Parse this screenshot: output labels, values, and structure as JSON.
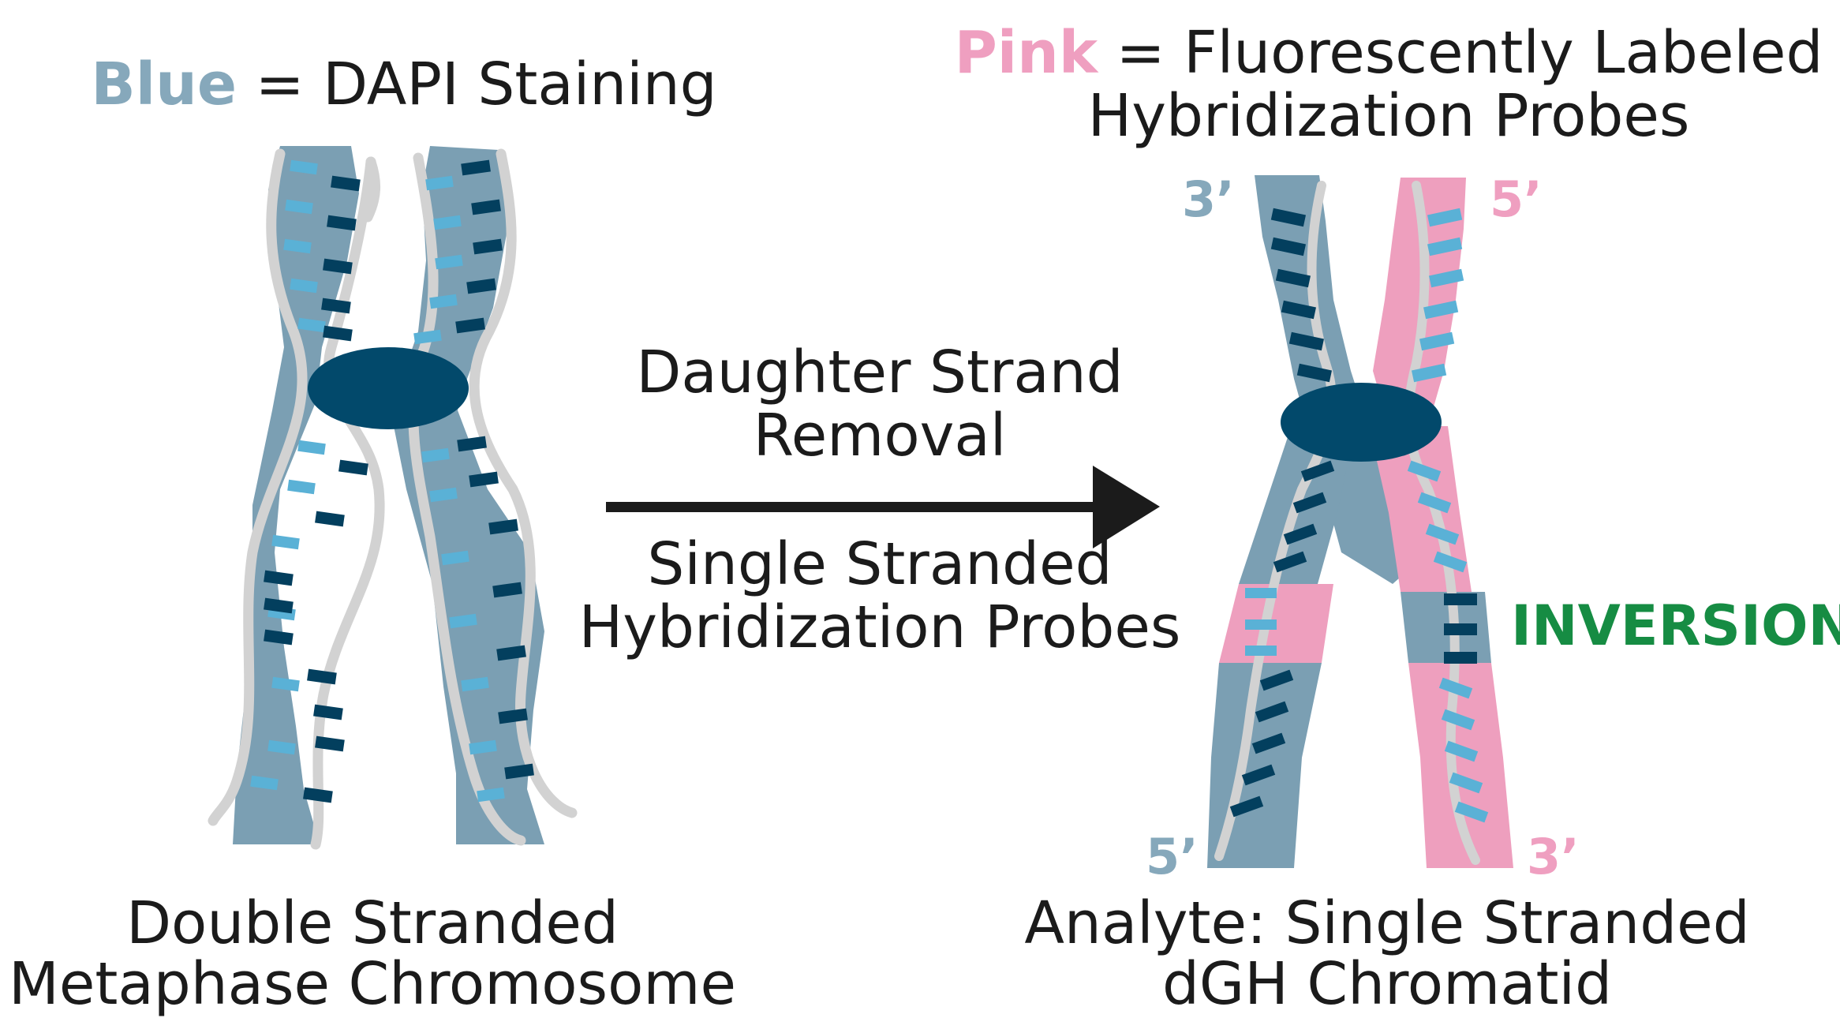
{
  "legend_left": {
    "keyword": "Blue",
    "rest": "= DAPI Staining"
  },
  "legend_right": {
    "keyword": "Pink",
    "rest": "= Fluorescently Labeled",
    "line2": "Hybridization Probes"
  },
  "arrow": {
    "top_line1": "Daughter Strand",
    "top_line2": "Removal",
    "bottom_line1": "Single Stranded",
    "bottom_line2": "Hybridization Probes"
  },
  "left_caption": {
    "line1": "Double Stranded",
    "line2": "Metaphase Chromosome"
  },
  "right_caption": {
    "line1": "Analyte: Single Stranded",
    "line2": "dGH Chromatid"
  },
  "ends": {
    "top_left": "3’",
    "top_right": "5’",
    "bottom_left": "5’",
    "bottom_right": "3’"
  },
  "annotation": "INVERSION",
  "colors": {
    "dapi_blue": "#86a8bb",
    "strand_blue": "#7b9fb3",
    "probe_pink": "#ee9fbe",
    "centromere": "#02496b",
    "band_dark": "#033f5e",
    "band_light": "#5ab1d6",
    "inversion_green": "#168c43"
  }
}
